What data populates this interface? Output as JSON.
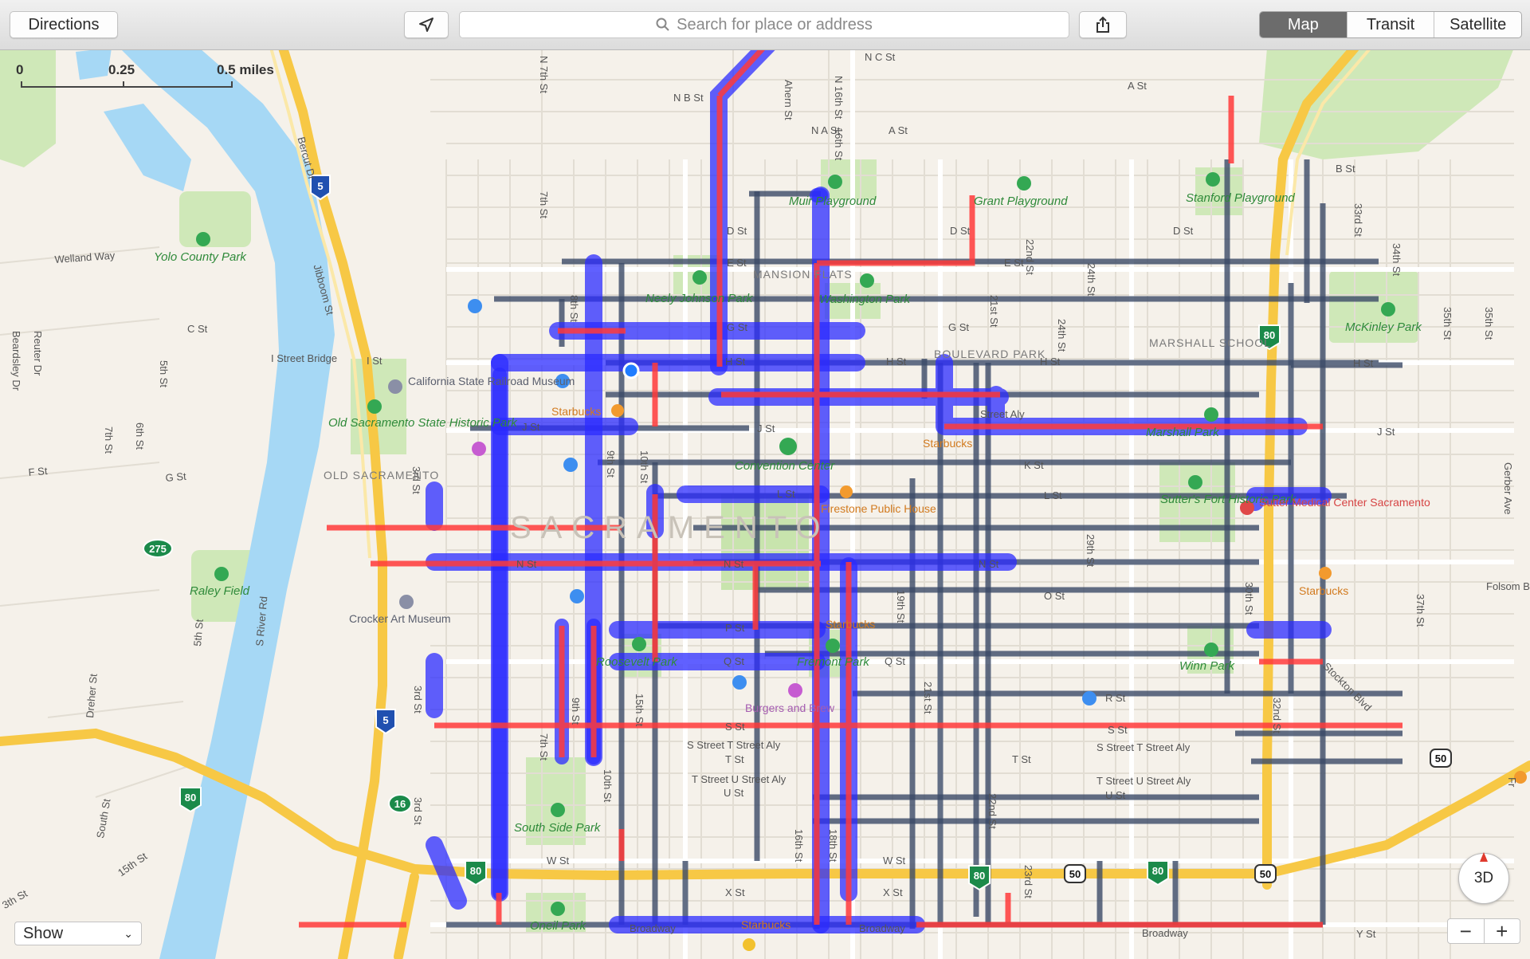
{
  "toolbar": {
    "directions_label": "Directions",
    "location_icon": "location-arrow-icon",
    "search_placeholder": "Search for place or address",
    "share_icon": "share-icon",
    "modes": [
      "Map",
      "Transit",
      "Satellite"
    ],
    "active_mode": "Map"
  },
  "scale": {
    "labels": [
      "0",
      "0.25",
      "0.5 miles"
    ]
  },
  "colors": {
    "land": "#f5f1ea",
    "water": "#a6d8f5",
    "park": "#cfe8b8",
    "highway": "#f7c845",
    "route_blue": "#2b2bff",
    "route_red": "#ff3a3a",
    "route_slate": "#3b4a66"
  },
  "labels": {
    "streets": [
      "N C St",
      "A St",
      "N B St",
      "N A St",
      "A St",
      "C St",
      "B St",
      "D St",
      "D St",
      "D St",
      "E St",
      "E St",
      "G St",
      "G St",
      "H St",
      "H St",
      "H St",
      "H St",
      "I St",
      "J St",
      "J St",
      "J St",
      "K St",
      "L St",
      "L St",
      "N St",
      "N St",
      "N St",
      "O St",
      "P St",
      "Q St",
      "Q St",
      "R St",
      "S St",
      "S St",
      "T St",
      "T St",
      "U St",
      "U St",
      "W St",
      "W St",
      "X St",
      "X St",
      "Y St",
      "Broadway",
      "Broadway",
      "Broadway",
      "Stockton Blvd",
      "Folsom Bl",
      "Welland Way",
      "I Street Bridge",
      "Street Aly",
      "S Street T Street Aly",
      "S Street T Street Aly",
      "T Street U Street Aly",
      "T Street U Street Aly",
      "F St",
      "G St",
      "Jibboom St",
      "Bercut Dr",
      "Reuter Dr",
      "Beardsley Dr",
      "Dreher St",
      "S River Rd",
      "South St",
      "15th St",
      "3th St",
      "N 7th St",
      "7th St",
      "Ahern St",
      "N 16th St",
      "16th St",
      "3rd St",
      "3rd St",
      "3rd St",
      "5th St",
      "5th St",
      "6th St",
      "7th St",
      "7th St",
      "8th St",
      "9th St",
      "9th St",
      "10th St",
      "10th St",
      "15th St",
      "16th St",
      "18th St",
      "19th St",
      "21st St",
      "21st St",
      "22nd St",
      "22nd St",
      "23rd St",
      "24th St",
      "24th St",
      "29th St",
      "30th St",
      "32nd St",
      "33rd St",
      "34th St",
      "35th St",
      "35th St",
      "37th St",
      "Gerber Ave",
      "Fr"
    ],
    "places": [
      "Yolo County Park",
      "Muir Playground",
      "Grant Playground",
      "Stanford Playground",
      "McKinley Park",
      "Neely Johnson Park",
      "Washington Park",
      "California State Railroad Museum",
      "Old Sacramento State Historic Park",
      "Convention Center",
      "Sutter's Fort Historic Park",
      "Sutter Medical Center Sacramento",
      "Firestone Public House",
      "Marshall Park",
      "Raley Field",
      "Crocker Art Museum",
      "Roosevelt Park",
      "Fremont Park",
      "Winn Park",
      "Burgers and Brew",
      "South Side Park",
      "Oneil Park",
      "Starbucks",
      "Starbucks",
      "Starbucks",
      "Starbucks",
      "Starbucks"
    ],
    "districts": [
      "MANSION FLATS",
      "BOULEVARD PARK",
      "MARSHALL SCHOOL",
      "OLD SACRAMENTO",
      "SACRAMENTO"
    ],
    "shields": [
      "5",
      "5",
      "80",
      "80",
      "80",
      "80",
      "80",
      "50",
      "50",
      "50",
      "16",
      "275"
    ]
  },
  "controls": {
    "show_label": "Show",
    "btn_3d": "3D",
    "zoom_out": "−",
    "zoom_in": "+"
  }
}
